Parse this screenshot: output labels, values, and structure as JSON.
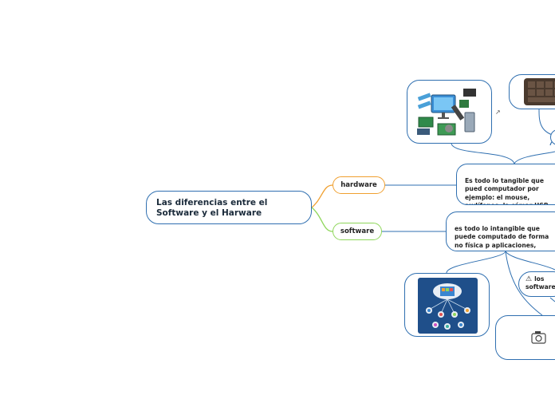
{
  "root": {
    "label": "Las diferencias entre el Software y el Harware"
  },
  "branches": {
    "hardware": {
      "label": "hardware",
      "description": "Es todo lo tangible que pued computador por ejemplo: el mouse, audífonos, la cámar USB, entre otros."
    },
    "software": {
      "label": "software",
      "description": "es todo lo intangible que puede computado de forma no física p aplicaciones, juegos, navegado Internet, entre otros."
    }
  },
  "warning_node": {
    "label": "los software"
  },
  "colors": {
    "accent": "#2f6fb0",
    "hardware": "#f0a030",
    "software": "#8ed65a"
  },
  "icons": {
    "external_link": "external-link-icon",
    "camera": "camera-icon",
    "warning": "warning-icon"
  }
}
